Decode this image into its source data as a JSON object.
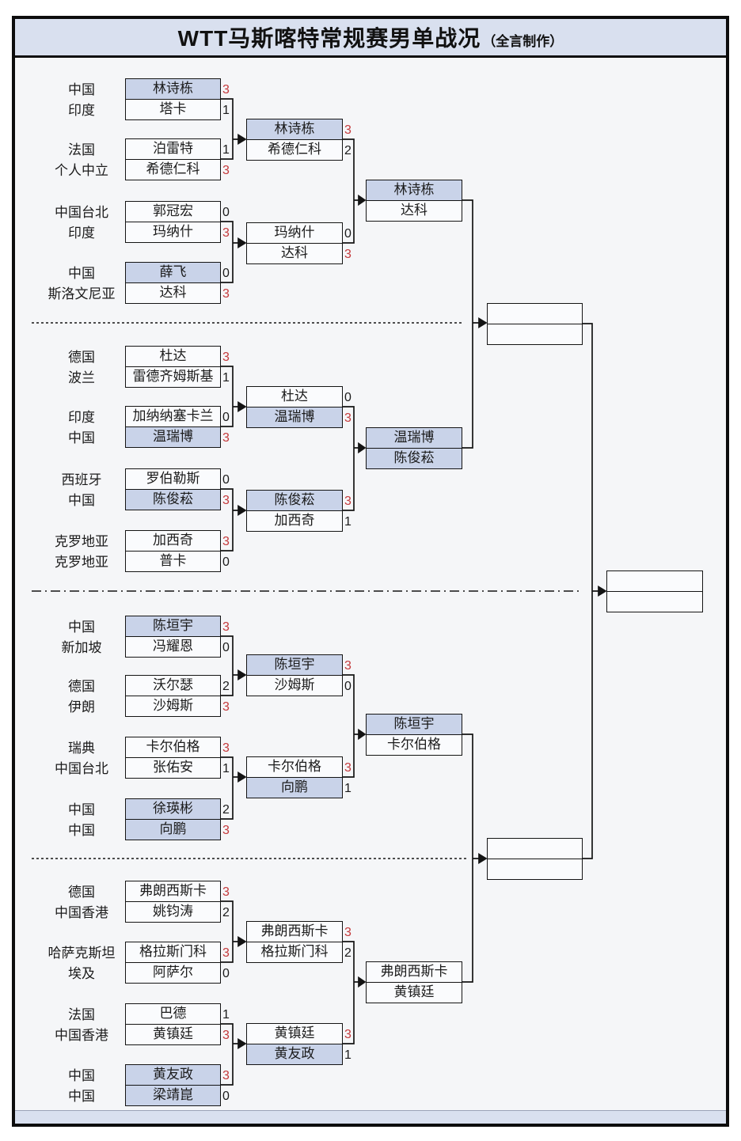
{
  "title": {
    "main": "WTT马斯喀特常规赛男单战况",
    "sub": "（全言制作）"
  },
  "colors": {
    "panel_fill": "#d9e0ef",
    "content_bg": "#f5f6f8",
    "highlight_cell_fill": "#c9d3e9",
    "plain_cell_fill": "#fafbfd",
    "winner_score_red": "#c4393b",
    "line_black": "#141414"
  },
  "r1": [
    {
      "c1": "中国",
      "n1": "林诗栋",
      "s1": "3",
      "c2": "印度",
      "n2": "塔卡",
      "s2": "1"
    },
    {
      "c1": "法国",
      "n1": "泊雷特",
      "s1": "1",
      "c2": "个人中立",
      "n2": "希德仁科",
      "s2": "3"
    },
    {
      "c1": "中国台北",
      "n1": "郭冠宏",
      "s1": "0",
      "c2": "印度",
      "n2": "玛纳什",
      "s2": "3"
    },
    {
      "c1": "中国",
      "n1": "薛飞",
      "s1": "0",
      "c2": "斯洛文尼亚",
      "n2": "达科",
      "s2": "3"
    },
    {
      "c1": "德国",
      "n1": "杜达",
      "s1": "3",
      "c2": "波兰",
      "n2": "雷德齐姆斯基",
      "s2": "1"
    },
    {
      "c1": "印度",
      "n1": "加纳纳塞卡兰",
      "s1": "0",
      "c2": "中国",
      "n2": "温瑞博",
      "s2": "3"
    },
    {
      "c1": "西班牙",
      "n1": "罗伯勒斯",
      "s1": "0",
      "c2": "中国",
      "n2": "陈俊菘",
      "s2": "3"
    },
    {
      "c1": "克罗地亚",
      "n1": "加西奇",
      "s1": "3",
      "c2": "克罗地亚",
      "n2": "普卡",
      "s2": "0"
    },
    {
      "c1": "中国",
      "n1": "陈垣宇",
      "s1": "3",
      "c2": "新加坡",
      "n2": "冯耀恩",
      "s2": "0"
    },
    {
      "c1": "德国",
      "n1": "沃尔瑟",
      "s1": "2",
      "c2": "伊朗",
      "n2": "沙姆斯",
      "s2": "3"
    },
    {
      "c1": "瑞典",
      "n1": "卡尔伯格",
      "s1": "3",
      "c2": "中国台北",
      "n2": "张佑安",
      "s2": "1"
    },
    {
      "c1": "中国",
      "n1": "徐瑛彬",
      "s1": "2",
      "c2": "中国",
      "n2": "向鹏",
      "s2": "3"
    },
    {
      "c1": "德国",
      "n1": "弗朗西斯卡",
      "s1": "3",
      "c2": "中国香港",
      "n2": "姚钧涛",
      "s2": "2"
    },
    {
      "c1": "哈萨克斯坦",
      "n1": "格拉斯门科",
      "s1": "3",
      "c2": "埃及",
      "n2": "阿萨尔",
      "s2": "0"
    },
    {
      "c1": "法国",
      "n1": "巴德",
      "s1": "1",
      "c2": "中国香港",
      "n2": "黄镇廷",
      "s2": "3"
    },
    {
      "c1": "中国",
      "n1": "黄友政",
      "s1": "3",
      "c2": "中国",
      "n2": "梁靖崑",
      "s2": "0"
    }
  ],
  "r1_highlight_china": [
    [
      "n1"
    ],
    [],
    [],
    [
      "n1"
    ],
    [],
    [
      "n2"
    ],
    [
      "n2"
    ],
    [],
    [
      "n1"
    ],
    [],
    [],
    [
      "n1",
      "n2"
    ],
    [],
    [],
    [],
    [
      "n1",
      "n2"
    ]
  ],
  "r2": [
    {
      "n1": "林诗栋",
      "s1": "3",
      "n2": "希德仁科",
      "s2": "2"
    },
    {
      "n1": "玛纳什",
      "s1": "0",
      "n2": "达科",
      "s2": "3"
    },
    {
      "n1": "杜达",
      "s1": "0",
      "n2": "温瑞博",
      "s2": "3"
    },
    {
      "n1": "陈俊菘",
      "s1": "3",
      "n2": "加西奇",
      "s2": "1"
    },
    {
      "n1": "陈垣宇",
      "s1": "3",
      "n2": "沙姆斯",
      "s2": "0"
    },
    {
      "n1": "卡尔伯格",
      "s1": "3",
      "n2": "向鹏",
      "s2": "1"
    },
    {
      "n1": "弗朗西斯卡",
      "s1": "3",
      "n2": "格拉斯门科",
      "s2": "2"
    },
    {
      "n1": "黄镇廷",
      "s1": "3",
      "n2": "黄友政",
      "s2": "1"
    }
  ],
  "r2_highlight_china": [
    [
      "n1"
    ],
    [],
    [
      "n2"
    ],
    [
      "n1"
    ],
    [
      "n1"
    ],
    [
      "n2"
    ],
    [],
    [
      "n2"
    ]
  ],
  "qf": [
    {
      "n1": "林诗栋",
      "n2": "达科"
    },
    {
      "n1": "温瑞博",
      "n2": "陈俊菘"
    },
    {
      "n1": "陈垣宇",
      "n2": "卡尔伯格"
    },
    {
      "n1": "弗朗西斯卡",
      "n2": "黄镇廷"
    }
  ],
  "qf_highlight_china": [
    [
      "n1"
    ],
    [
      "n1",
      "n2"
    ],
    [
      "n1"
    ],
    []
  ],
  "semifinal_slots": [
    {
      "n1": "",
      "n2": ""
    },
    {
      "n1": "",
      "n2": ""
    }
  ],
  "final_slot": {
    "n1": "",
    "n2": ""
  }
}
